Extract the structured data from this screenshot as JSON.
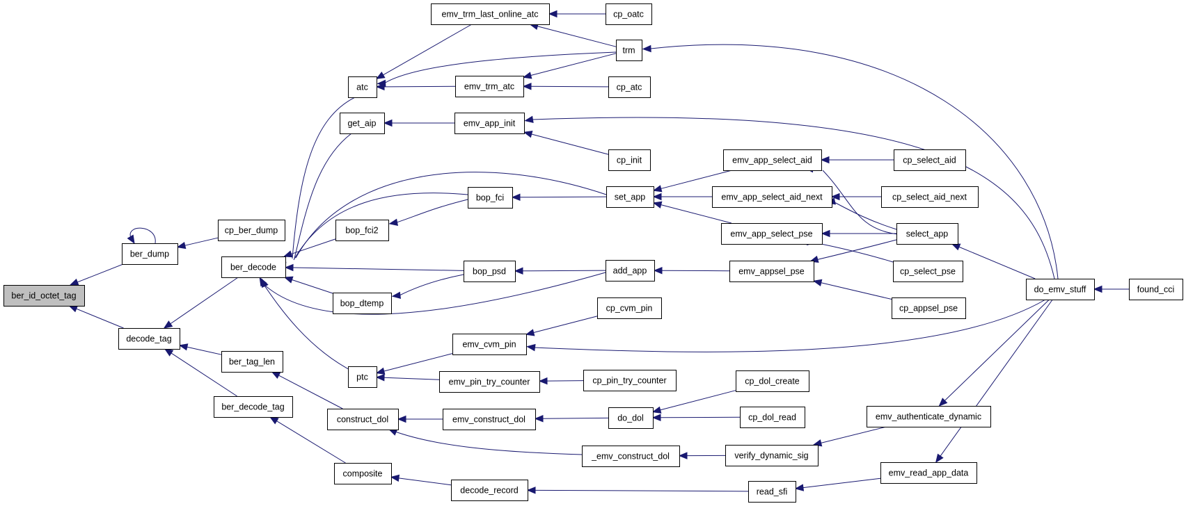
{
  "colors": {
    "edge": "#191970",
    "node_border": "#000000",
    "truncated_border": "#ff0000",
    "focus_fill": "#bfbfbf",
    "node_fill": "#ffffff"
  },
  "nodes": {
    "ber_id_octet_tag": {
      "label": "ber_id_octet_tag",
      "style": "focus"
    },
    "ber_dump": {
      "label": "ber_dump",
      "style": "normal"
    },
    "decode_tag": {
      "label": "decode_tag",
      "style": "normal"
    },
    "cp_ber_dump": {
      "label": "cp_ber_dump",
      "style": "normal"
    },
    "ber_decode": {
      "label": "ber_decode",
      "style": "normal"
    },
    "ber_tag_len": {
      "label": "ber_tag_len",
      "style": "normal"
    },
    "ber_decode_tag": {
      "label": "ber_decode_tag",
      "style": "normal"
    },
    "atc": {
      "label": "atc",
      "style": "normal"
    },
    "get_aip": {
      "label": "get_aip",
      "style": "normal"
    },
    "bop_fci2": {
      "label": "bop_fci2",
      "style": "normal"
    },
    "bop_dtemp": {
      "label": "bop_dtemp",
      "style": "normal"
    },
    "ptc": {
      "label": "ptc",
      "style": "normal"
    },
    "construct_dol": {
      "label": "construct_dol",
      "style": "normal"
    },
    "composite": {
      "label": "composite",
      "style": "normal"
    },
    "emv_trm_last_online_atc": {
      "label": "emv_trm_last_online_atc",
      "style": "normal"
    },
    "emv_trm_atc": {
      "label": "emv_trm_atc",
      "style": "normal"
    },
    "emv_app_init": {
      "label": "emv_app_init",
      "style": "normal"
    },
    "bop_fci": {
      "label": "bop_fci",
      "style": "normal"
    },
    "bop_psd": {
      "label": "bop_psd",
      "style": "normal"
    },
    "emv_cvm_pin": {
      "label": "emv_cvm_pin",
      "style": "normal"
    },
    "emv_pin_try_counter": {
      "label": "emv_pin_try_counter",
      "style": "normal"
    },
    "emv_construct_dol": {
      "label": "emv_construct_dol",
      "style": "normal"
    },
    "decode_record": {
      "label": "decode_record",
      "style": "normal"
    },
    "cp_oatc": {
      "label": "cp_oatc",
      "style": "normal"
    },
    "trm": {
      "label": "trm",
      "style": "normal"
    },
    "cp_atc": {
      "label": "cp_atc",
      "style": "normal"
    },
    "cp_init": {
      "label": "cp_init",
      "style": "normal"
    },
    "set_app": {
      "label": "set_app",
      "style": "normal"
    },
    "add_app": {
      "label": "add_app",
      "style": "normal"
    },
    "cp_cvm_pin": {
      "label": "cp_cvm_pin",
      "style": "normal"
    },
    "cp_pin_try_counter": {
      "label": "cp_pin_try_counter",
      "style": "normal"
    },
    "do_dol": {
      "label": "do_dol",
      "style": "normal"
    },
    "_emv_construct_dol": {
      "label": "_emv_construct_dol",
      "style": "normal"
    },
    "emv_app_select_aid": {
      "label": "emv_app_select_aid",
      "style": "normal"
    },
    "emv_app_select_aid_next": {
      "label": "emv_app_select_aid_next",
      "style": "normal"
    },
    "emv_app_select_pse": {
      "label": "emv_app_select_pse",
      "style": "normal"
    },
    "emv_appsel_pse": {
      "label": "emv_appsel_pse",
      "style": "normal"
    },
    "cp_dol_create": {
      "label": "cp_dol_create",
      "style": "normal"
    },
    "cp_dol_read": {
      "label": "cp_dol_read",
      "style": "normal"
    },
    "verify_dynamic_sig": {
      "label": "verify_dynamic_sig",
      "style": "normal"
    },
    "read_sfi": {
      "label": "read_sfi",
      "style": "normal"
    },
    "cp_select_aid": {
      "label": "cp_select_aid",
      "style": "normal"
    },
    "cp_select_aid_next": {
      "label": "cp_select_aid_next",
      "style": "normal"
    },
    "select_app": {
      "label": "select_app",
      "style": "normal"
    },
    "cp_select_pse": {
      "label": "cp_select_pse",
      "style": "normal"
    },
    "cp_appsel_pse": {
      "label": "cp_appsel_pse",
      "style": "normal"
    },
    "emv_authenticate_dynamic": {
      "label": "emv_authenticate_dynamic",
      "style": "truncated"
    },
    "emv_read_app_data": {
      "label": "emv_read_app_data",
      "style": "truncated"
    },
    "do_emv_stuff": {
      "label": "do_emv_stuff",
      "style": "normal"
    },
    "found_cci": {
      "label": "found_cci",
      "style": "truncated"
    }
  },
  "edges": [
    {
      "from": "ber_dump",
      "to": "ber_id_octet_tag"
    },
    {
      "from": "decode_tag",
      "to": "ber_id_octet_tag"
    },
    {
      "from": "ber_dump",
      "to": "ber_dump"
    },
    {
      "from": "cp_ber_dump",
      "to": "ber_dump"
    },
    {
      "from": "ber_decode",
      "to": "decode_tag"
    },
    {
      "from": "ber_tag_len",
      "to": "decode_tag"
    },
    {
      "from": "ber_decode_tag",
      "to": "decode_tag"
    },
    {
      "from": "atc",
      "to": "ber_decode"
    },
    {
      "from": "get_aip",
      "to": "ber_decode"
    },
    {
      "from": "set_app",
      "to": "ber_decode"
    },
    {
      "from": "bop_fci",
      "to": "ber_decode"
    },
    {
      "from": "bop_fci2",
      "to": "ber_decode"
    },
    {
      "from": "bop_psd",
      "to": "ber_decode"
    },
    {
      "from": "bop_dtemp",
      "to": "ber_decode"
    },
    {
      "from": "add_app",
      "to": "ber_decode"
    },
    {
      "from": "ptc",
      "to": "ber_decode"
    },
    {
      "from": "construct_dol",
      "to": "ber_tag_len"
    },
    {
      "from": "composite",
      "to": "ber_decode_tag"
    },
    {
      "from": "emv_trm_last_online_atc",
      "to": "atc"
    },
    {
      "from": "trm",
      "to": "atc"
    },
    {
      "from": "emv_trm_atc",
      "to": "atc"
    },
    {
      "from": "cp_oatc",
      "to": "emv_trm_last_online_atc"
    },
    {
      "from": "trm",
      "to": "emv_trm_last_online_atc"
    },
    {
      "from": "trm",
      "to": "emv_trm_atc"
    },
    {
      "from": "cp_atc",
      "to": "emv_trm_atc"
    },
    {
      "from": "do_emv_stuff",
      "to": "trm"
    },
    {
      "from": "emv_app_init",
      "to": "get_aip"
    },
    {
      "from": "cp_init",
      "to": "emv_app_init"
    },
    {
      "from": "do_emv_stuff",
      "to": "emv_app_init"
    },
    {
      "from": "bop_fci",
      "to": "bop_fci2"
    },
    {
      "from": "set_app",
      "to": "bop_fci"
    },
    {
      "from": "emv_app_select_aid",
      "to": "set_app"
    },
    {
      "from": "emv_app_select_aid_next",
      "to": "set_app"
    },
    {
      "from": "emv_app_select_pse",
      "to": "set_app"
    },
    {
      "from": "bop_psd",
      "to": "bop_dtemp"
    },
    {
      "from": "add_app",
      "to": "bop_psd"
    },
    {
      "from": "emv_appsel_pse",
      "to": "add_app"
    },
    {
      "from": "cp_select_aid",
      "to": "emv_app_select_aid"
    },
    {
      "from": "select_app",
      "to": "emv_app_select_aid"
    },
    {
      "from": "cp_select_aid_next",
      "to": "emv_app_select_aid_next"
    },
    {
      "from": "select_app",
      "to": "emv_app_select_aid_next"
    },
    {
      "from": "select_app",
      "to": "emv_app_select_pse"
    },
    {
      "from": "cp_select_pse",
      "to": "emv_app_select_pse"
    },
    {
      "from": "select_app",
      "to": "emv_appsel_pse"
    },
    {
      "from": "cp_appsel_pse",
      "to": "emv_appsel_pse"
    },
    {
      "from": "do_emv_stuff",
      "to": "select_app"
    },
    {
      "from": "emv_cvm_pin",
      "to": "ptc"
    },
    {
      "from": "emv_pin_try_counter",
      "to": "ptc"
    },
    {
      "from": "cp_cvm_pin",
      "to": "emv_cvm_pin"
    },
    {
      "from": "do_emv_stuff",
      "to": "emv_cvm_pin"
    },
    {
      "from": "cp_pin_try_counter",
      "to": "emv_pin_try_counter"
    },
    {
      "from": "emv_construct_dol",
      "to": "construct_dol"
    },
    {
      "from": "_emv_construct_dol",
      "to": "construct_dol"
    },
    {
      "from": "do_dol",
      "to": "emv_construct_dol"
    },
    {
      "from": "cp_dol_create",
      "to": "do_dol"
    },
    {
      "from": "cp_dol_read",
      "to": "do_dol"
    },
    {
      "from": "verify_dynamic_sig",
      "to": "_emv_construct_dol"
    },
    {
      "from": "emv_authenticate_dynamic",
      "to": "verify_dynamic_sig"
    },
    {
      "from": "do_emv_stuff",
      "to": "emv_authenticate_dynamic"
    },
    {
      "from": "decode_record",
      "to": "composite"
    },
    {
      "from": "read_sfi",
      "to": "decode_record"
    },
    {
      "from": "emv_read_app_data",
      "to": "read_sfi"
    },
    {
      "from": "do_emv_stuff",
      "to": "emv_read_app_data"
    },
    {
      "from": "found_cci",
      "to": "do_emv_stuff"
    }
  ]
}
